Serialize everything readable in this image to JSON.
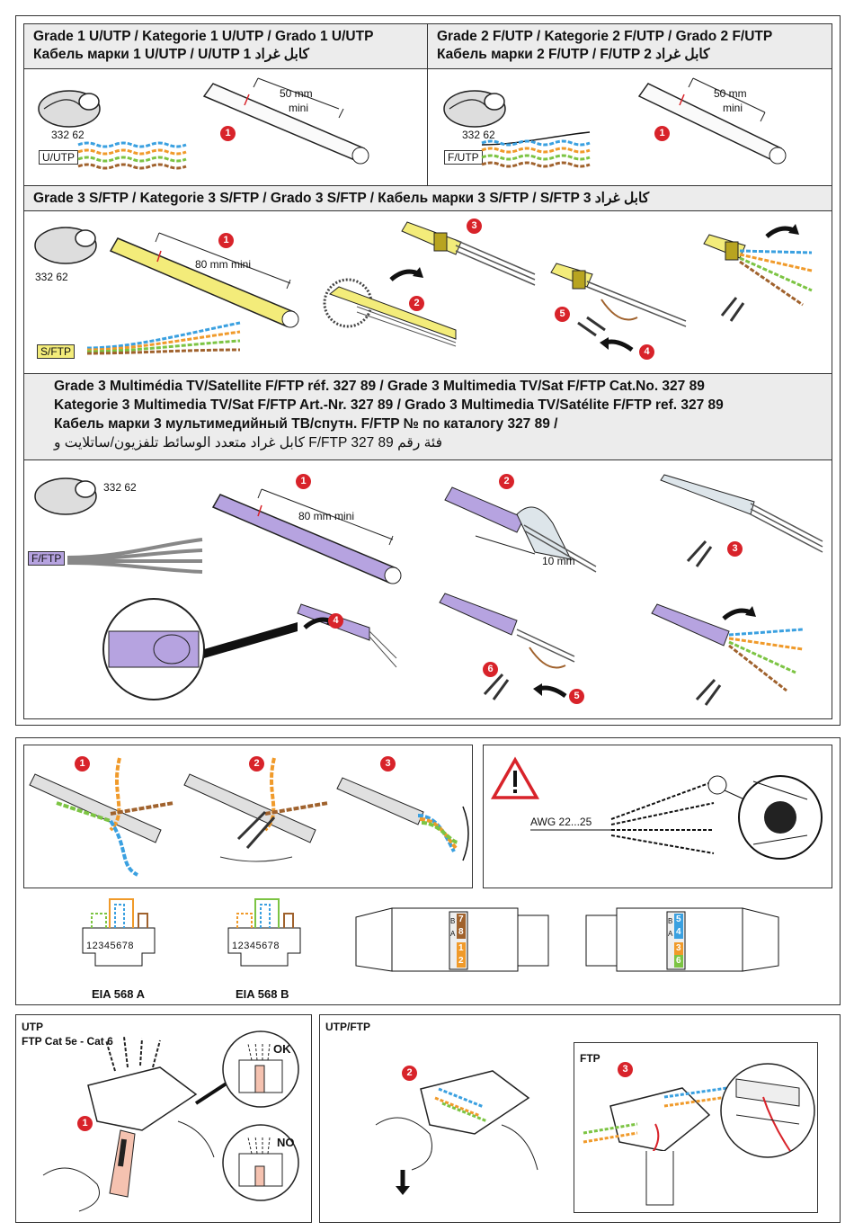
{
  "section_utp": {
    "title_line1": "Grade 1 U/UTP / Kategorie 1 U/UTP / Grado 1 U/UTP",
    "title_line2": "Кабель марки 1 U/UTP / U/UTP 1 كابل غراد",
    "tool_ref": "332 62",
    "cable_tag": "U/UTP",
    "dim_label_1": "50 mm",
    "dim_label_2": "mini",
    "step": "1"
  },
  "section_ftp": {
    "title_line1": "Grade 2 F/UTP / Kategorie 2 F/UTP / Grado 2 F/UTP",
    "title_line2": "Кабель марки 2 F/UTP / F/UTP 2 كابل غراد",
    "tool_ref": "332 62",
    "cable_tag": "F/UTP",
    "dim_label_1": "50 mm",
    "dim_label_2": "mini",
    "step": "1"
  },
  "section_sftp": {
    "title": "Grade 3 S/FTP / Kategorie 3 S/FTP / Grado 3 S/FTP / Кабель марки 3 S/FTP / S/FTP 3 كابل غراد",
    "tool_ref": "332 62",
    "cable_tag": "S/FTP",
    "dim_label": "80 mm mini",
    "steps": [
      "1",
      "2",
      "3",
      "4",
      "5"
    ]
  },
  "section_multimedia": {
    "title_line1": "Grade 3 Multimédia TV/Satellite F/FTP réf. 327 89 / Grade 3 Multimedia TV/Sat F/FTP Cat.No. 327 89",
    "title_line2": "Kategorie 3 Multimedia TV/Sat F/FTP Art.-Nr. 327 89 / Grado 3 Multimedia TV/Satélite F/FTP ref. 327 89",
    "title_line3": "Кабель марки 3 мультимедийный ТВ/спутн. F/FTP № по каталогу 327 89 /",
    "title_line4": "كابل غراد متعدد الوسائط تلفزيون/ساتلايت و F/FTP فئة رقم 89 327",
    "tool_ref": "332 62",
    "cable_tag": "F/FTP",
    "dim_label": "80 mm mini",
    "foil_label": "10 mm",
    "steps": [
      "1",
      "2",
      "3",
      "4",
      "5",
      "6"
    ]
  },
  "twist_panel": {
    "steps": [
      "1",
      "2",
      "3"
    ]
  },
  "warning_panel": {
    "awg_label": "AWG 22...25"
  },
  "pinouts": {
    "pin_numbers": "12345678",
    "label_a": "EIA 568 A",
    "label_b": "EIA 568 B"
  },
  "connectors": {
    "left_digits": [
      "7",
      "8",
      "1",
      "2"
    ],
    "left_letters": [
      "B",
      "A"
    ],
    "right_digits": [
      "5",
      "4",
      "3",
      "6"
    ],
    "right_letters": [
      "B",
      "A"
    ]
  },
  "bottom_left": {
    "title_line1": "UTP",
    "title_line2": "FTP Cat 5e - Cat 6",
    "ok_label": "OK",
    "no_label": "NO",
    "step": "1"
  },
  "bottom_right": {
    "title": "UTP/FTP",
    "ftp_label": "FTP",
    "steps": [
      "2",
      "3"
    ]
  },
  "colors": {
    "badge": "#d8232a",
    "header_bg": "#ececec",
    "sftp_yellow": "#f3ec7a",
    "ftp_purple": "#b6a3e0",
    "wire_blue": "#3aa0e0",
    "wire_orange": "#f09a2a",
    "wire_green": "#7cc443",
    "wire_brown": "#a0622d"
  }
}
